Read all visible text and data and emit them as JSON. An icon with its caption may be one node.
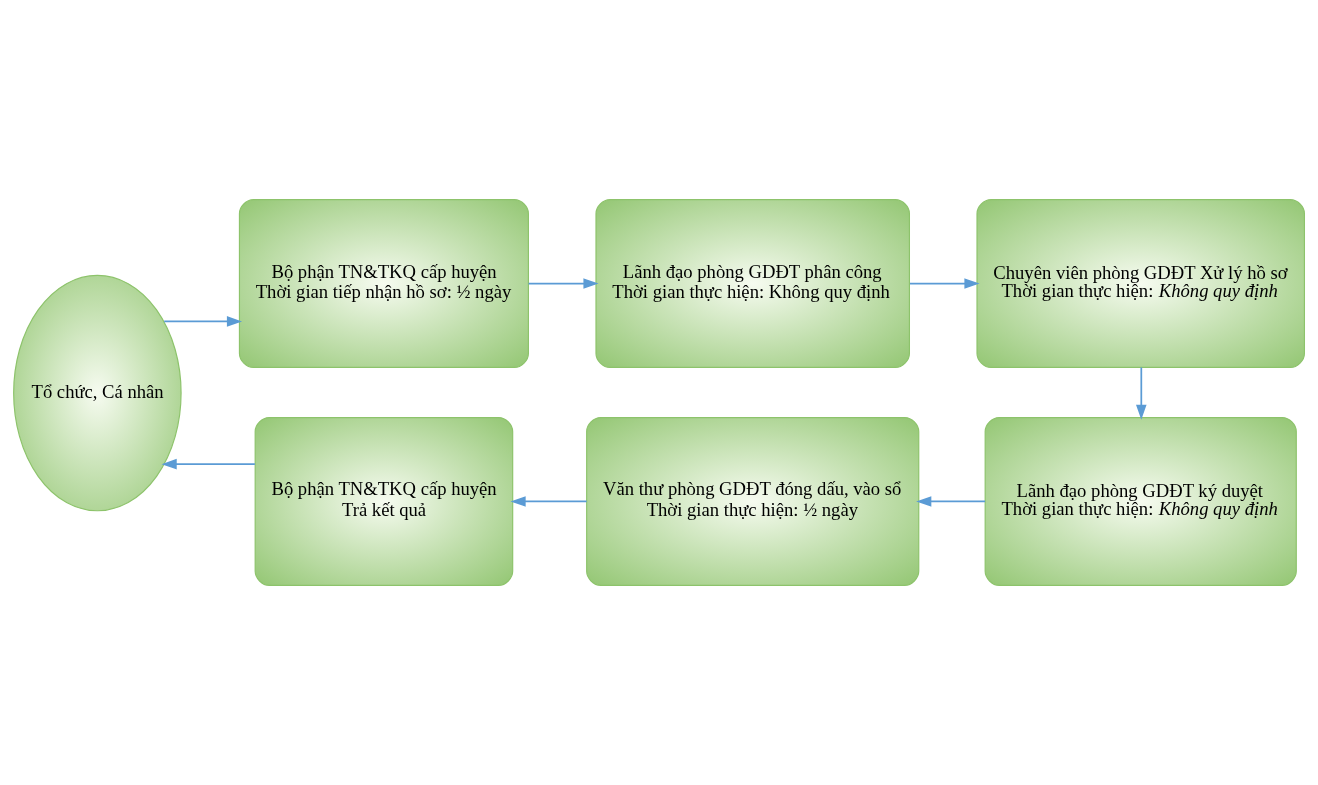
{
  "diagram": {
    "nodes": [
      {
        "text": [
          "Tổ chức, Cá nhân"
        ]
      },
      {
        "text": [
          "Bộ phận TN&TKQ cấp huyện",
          "Thời gian tiếp nhận hồ sơ: ½ ngày"
        ]
      },
      {
        "text": [
          "Lãnh đạo phòng GDĐT phân công",
          "Thời gian thực hiện: Không quy định"
        ]
      },
      {
        "text": [
          "Chuyên viên phòng GDĐT Xử lý hồ sơ",
          "Thời gian thực hiện: *Không quy định*"
        ]
      },
      {
        "text": [
          "Lãnh đạo phòng GDĐT ký duyệt",
          "Thời gian thực hiện: *Không quy định*"
        ]
      },
      {
        "text": [
          "Văn thư phòng GDĐT đóng dấu, vào sổ",
          "Thời gian thực hiện: ½ ngày"
        ]
      },
      {
        "text": [
          "Bộ phận TN&TKQ cấp huyện",
          "Trả kết quả"
        ]
      }
    ],
    "edges": [
      {
        "from": 0,
        "to": 1,
        "arrow": "to"
      },
      {
        "from": 1,
        "to": 2,
        "arrow": "to"
      },
      {
        "from": 2,
        "to": 3,
        "arrow": "to"
      },
      {
        "from": 3,
        "to": 4,
        "arrow": "to"
      },
      {
        "from": 4,
        "to": 5,
        "arrow": "to"
      },
      {
        "from": 5,
        "to": 6,
        "arrow": "to"
      },
      {
        "from": 6,
        "to": 0,
        "arrow": "to"
      }
    ]
  }
}
